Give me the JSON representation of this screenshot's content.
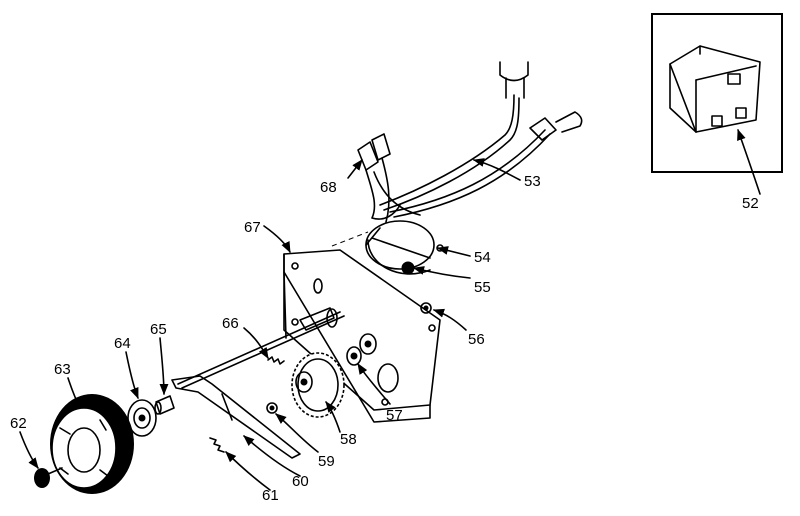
{
  "labels": {
    "p52": "52",
    "p53": "53",
    "p54": "54",
    "p55": "55",
    "p56": "56",
    "p57": "57",
    "p58": "58",
    "p59": "59",
    "p60": "60",
    "p61": "61",
    "p62": "62",
    "p63": "63",
    "p64": "64",
    "p65": "65",
    "p66": "66",
    "p67": "67",
    "p68": "68"
  }
}
